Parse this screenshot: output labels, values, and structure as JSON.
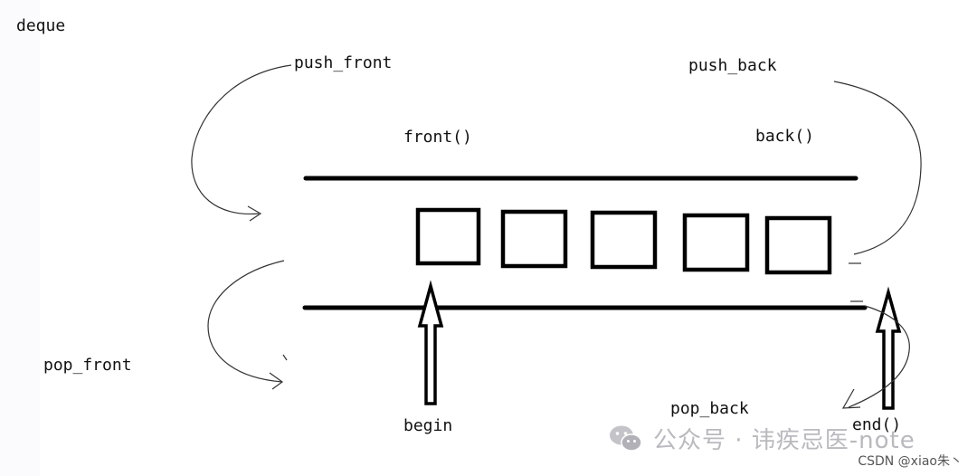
{
  "title": "deque",
  "labels": {
    "push_front": "push_front",
    "push_back": "push_back",
    "front": "front()",
    "back": "back()",
    "pop_front": "pop_front",
    "pop_back": "pop_back",
    "begin": "begin",
    "end": "end()"
  },
  "elements": [
    {},
    {},
    {},
    {},
    {}
  ],
  "watermark": {
    "text": "公众号 · 讳疾忌医-note",
    "icon": "wechat-icon"
  },
  "credit": "CSDN @xiao朱丶"
}
